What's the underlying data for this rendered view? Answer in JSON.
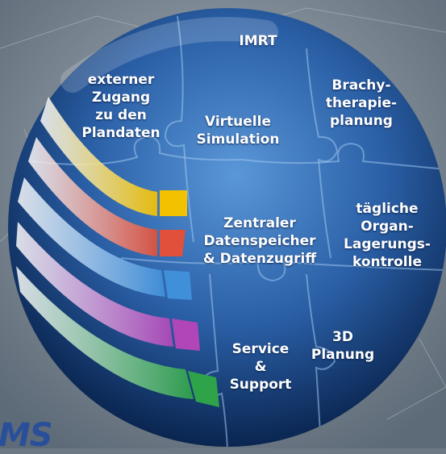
{
  "diagram": {
    "segments": [
      {
        "id": "imrt",
        "label": "IMRT"
      },
      {
        "id": "external",
        "label": "externer\nZugang\nzu den\nPlandaten"
      },
      {
        "id": "virtual",
        "label": "Virtuelle\nSimulation"
      },
      {
        "id": "brachy",
        "label": "Brachy-\ntherapie-\nplanung"
      },
      {
        "id": "central",
        "label": "Zentraler\nDatenspeicher\n& Datenzugriff"
      },
      {
        "id": "daily",
        "label": "tägliche\nOrgan-\nLagerungs-\nkontrolle"
      },
      {
        "id": "service",
        "label": "Service\n&\nSupport"
      },
      {
        "id": "3d",
        "label": "3D\nPlanung"
      }
    ],
    "bands": [
      {
        "color": "#f2c100"
      },
      {
        "color": "#e0503a"
      },
      {
        "color": "#3f8fd9"
      },
      {
        "color": "#b046b8"
      },
      {
        "color": "#2fa34a"
      }
    ],
    "colors": {
      "sphere_center": "#4d8ad0",
      "sphere_edge": "#0a2550",
      "background": "#6d7a86"
    }
  },
  "brand": {
    "text": "MS"
  }
}
